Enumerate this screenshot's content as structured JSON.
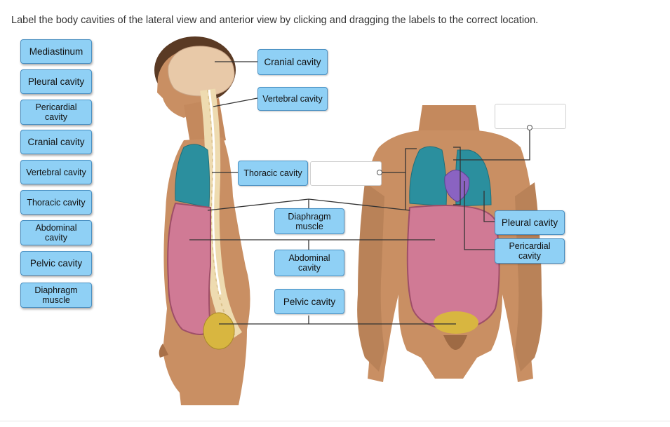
{
  "instructions": "Label the body cavities of the lateral view and anterior view by clicking and dragging the labels to the correct location.",
  "label_bank": [
    {
      "text": "Mediastinum"
    },
    {
      "text": "Pleural cavity"
    },
    {
      "text": "Pericardial cavity"
    },
    {
      "text": "Cranial cavity"
    },
    {
      "text": "Vertebral cavity"
    },
    {
      "text": "Thoracic cavity"
    },
    {
      "text": "Abdominal cavity"
    },
    {
      "text": "Pelvic cavity"
    },
    {
      "text": "Diaphragm muscle"
    }
  ],
  "placed_labels": [
    {
      "text": "Cranial cavity"
    },
    {
      "text": "Vertebral cavity"
    },
    {
      "text": "Thoracic cavity"
    },
    {
      "text": "Diaphragm muscle"
    },
    {
      "text": "Abdominal cavity"
    },
    {
      "text": "Pelvic cavity"
    },
    {
      "text": "Pleural cavity"
    },
    {
      "text": "Pericardial cavity"
    }
  ],
  "colors": {
    "chip_fill": "#8fd0f5",
    "chip_border": "#4a90c2",
    "skin": "#c98f63",
    "skin_dark": "#8a5a38",
    "lung": "#2b8f9e",
    "abdomen": "#d07a95",
    "pelvis": "#d8b640",
    "heart": "#8a63c2",
    "brain": "#e8c9a8"
  }
}
